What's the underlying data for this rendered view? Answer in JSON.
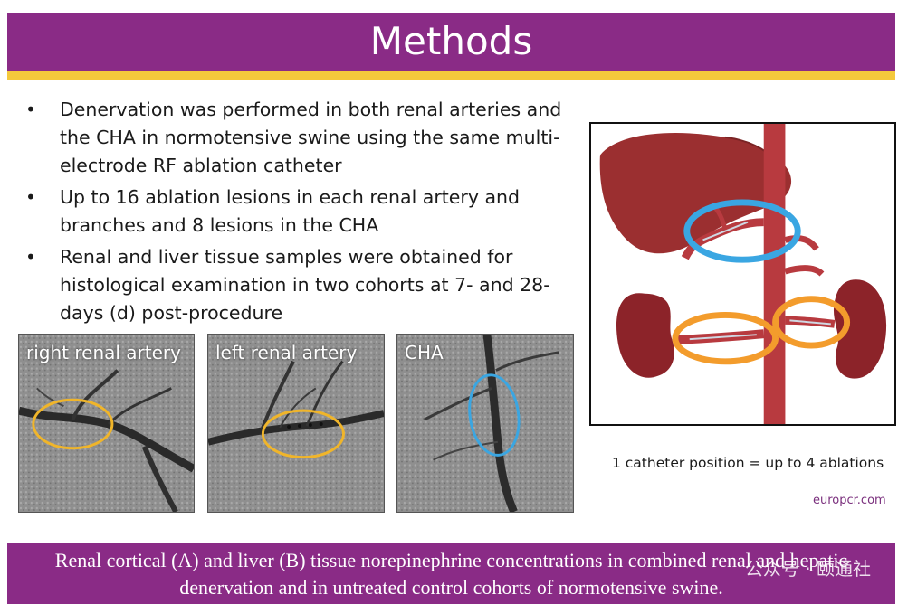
{
  "header": {
    "title": "Methods"
  },
  "bullets": [
    "Denervation was performed in both renal arteries and the CHA in normotensive swine using the same multi-electrode RF ablation catheter",
    "Up to 16 ablation lesions in each renal artery and branches and 8 lesions in the CHA",
    "Renal and liver tissue samples were obtained for histological examination in two cohorts at 7- and 28-days (d) post-procedure"
  ],
  "angiograms": [
    {
      "label": "right renal artery",
      "ring_color": "#f0b52a"
    },
    {
      "label": "left renal artery",
      "ring_color": "#f0b52a"
    },
    {
      "label": "CHA",
      "ring_color": "#3aa6e2"
    }
  ],
  "diagram": {
    "caption": "1 catheter position = up to 4 ablations",
    "colors": {
      "organ": "#9b2f30",
      "artery": "#b83a3f",
      "liver_ring": "#3aa6e2",
      "renal_ring": "#f39c2c"
    }
  },
  "brand": "europcr.com",
  "footer": {
    "text": "Renal cortical (A) and liver (B) tissue norepinephrine concentrations in combined renal and hepatic denervation and in untreated control cohorts of normotensive swine.",
    "watermark": "公众号 · 颐通社"
  }
}
